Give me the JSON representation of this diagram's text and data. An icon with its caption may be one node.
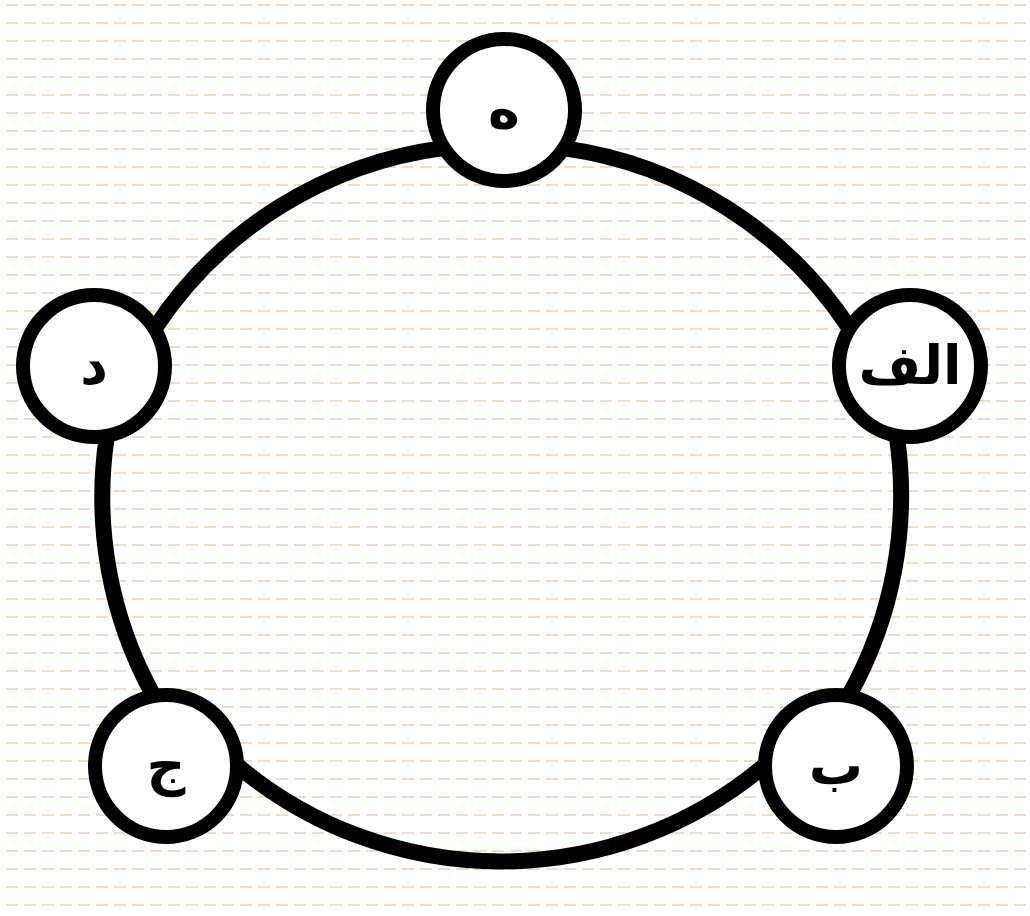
{
  "diagram": {
    "nodes": [
      {
        "text": [
          "ه"
        ]
      },
      {
        "text": [
          "الف"
        ]
      },
      {
        "text": [
          "ب"
        ]
      },
      {
        "text": [
          "ج"
        ]
      },
      {
        "text": [
          "د"
        ]
      }
    ],
    "edges": [
      {
        "from": 0,
        "to": 1,
        "arrow": "none"
      },
      {
        "from": 1,
        "to": 2,
        "arrow": "none"
      },
      {
        "from": 2,
        "to": 3,
        "arrow": "none"
      },
      {
        "from": 3,
        "to": 4,
        "arrow": "none"
      },
      {
        "from": 4,
        "to": 0,
        "arrow": "none"
      }
    ]
  }
}
